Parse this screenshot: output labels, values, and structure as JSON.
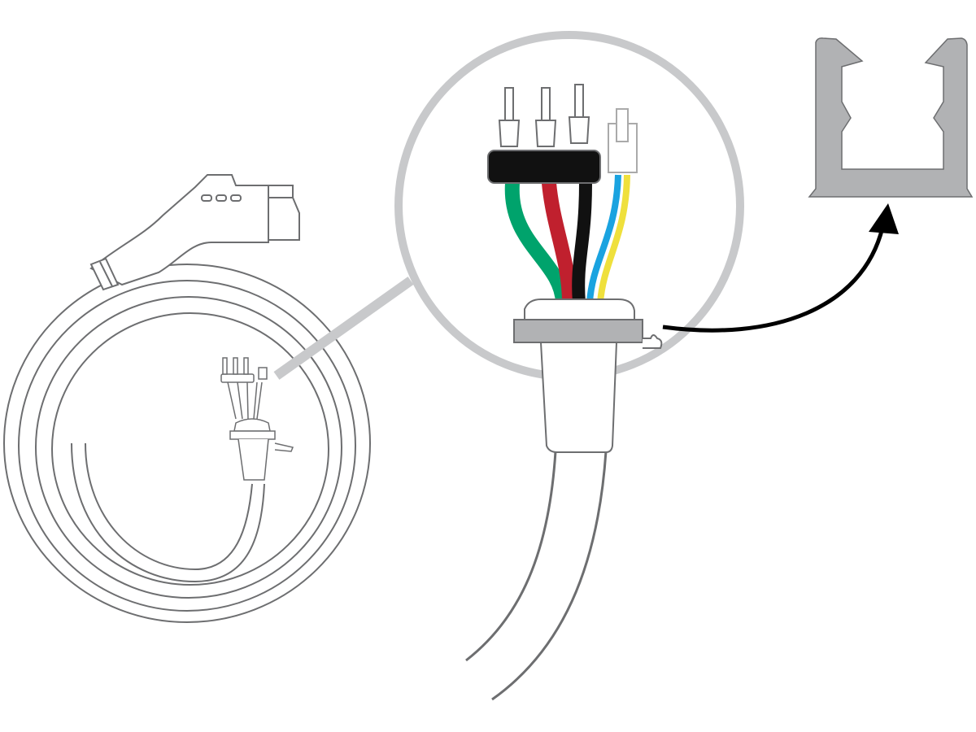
{
  "colors": {
    "outline": "#6d6e70",
    "callout": "#c8c9cb",
    "flange": "#b1b2b4",
    "band": "#111111",
    "arrow": "#000000"
  },
  "wires": [
    {
      "color_name": "green",
      "hex": "#00a36c"
    },
    {
      "color_name": "red",
      "hex": "#c0202e"
    },
    {
      "color_name": "black",
      "hex": "#111111"
    },
    {
      "color_name": "blue",
      "hex": "#1aa3e0"
    },
    {
      "color_name": "yellow",
      "hex": "#efe03c"
    }
  ]
}
